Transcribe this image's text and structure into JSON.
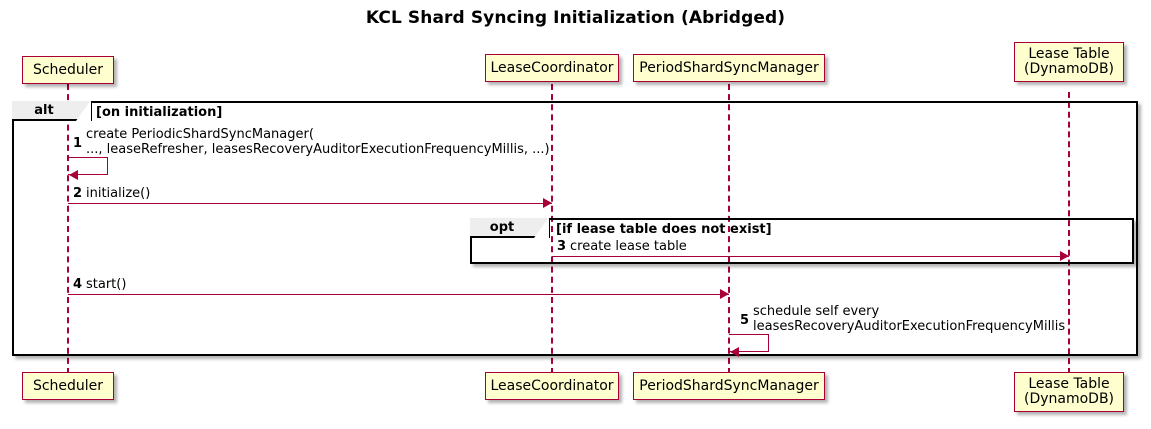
{
  "diagram": {
    "title": "KCL Shard Syncing Initialization (Abridged)",
    "type": "sequence-diagram"
  },
  "colors": {
    "participant_fill": "#FEFECE",
    "participant_border": "#A80036",
    "arrow": "#A80036",
    "frame_border": "#000000",
    "frame_tab_fill": "#EEEEEE",
    "background": "#FFFFFF"
  },
  "participants": [
    {
      "id": "scheduler",
      "label": "Scheduler"
    },
    {
      "id": "leasecoord",
      "label": "LeaseCoordinator"
    },
    {
      "id": "psyncmgr",
      "label": "PeriodShardSyncManager"
    },
    {
      "id": "leasetable",
      "label": "Lease Table\n(DynamoDB)"
    }
  ],
  "fragments": [
    {
      "id": "alt",
      "operator": "alt",
      "condition": "[on initialization]"
    },
    {
      "id": "opt",
      "operator": "opt",
      "condition": "[if lease table does not exist]"
    }
  ],
  "messages": [
    {
      "number": "1",
      "text": "create PeriodicShardSyncManager(\n   ..., leaseRefresher, leasesRecoveryAuditorExecutionFrequencyMillis, ...)",
      "from": "scheduler",
      "to": "scheduler",
      "self": true
    },
    {
      "number": "2",
      "text": "initialize()",
      "from": "scheduler",
      "to": "leasecoord",
      "self": false
    },
    {
      "number": "3",
      "text": "create lease table",
      "from": "leasecoord",
      "to": "leasetable",
      "self": false
    },
    {
      "number": "4",
      "text": "start()",
      "from": "scheduler",
      "to": "psyncmgr",
      "self": false
    },
    {
      "number": "5",
      "text": "schedule self every\n  leasesRecoveryAuditorExecutionFrequencyMillis",
      "from": "psyncmgr",
      "to": "psyncmgr",
      "self": true
    }
  ]
}
